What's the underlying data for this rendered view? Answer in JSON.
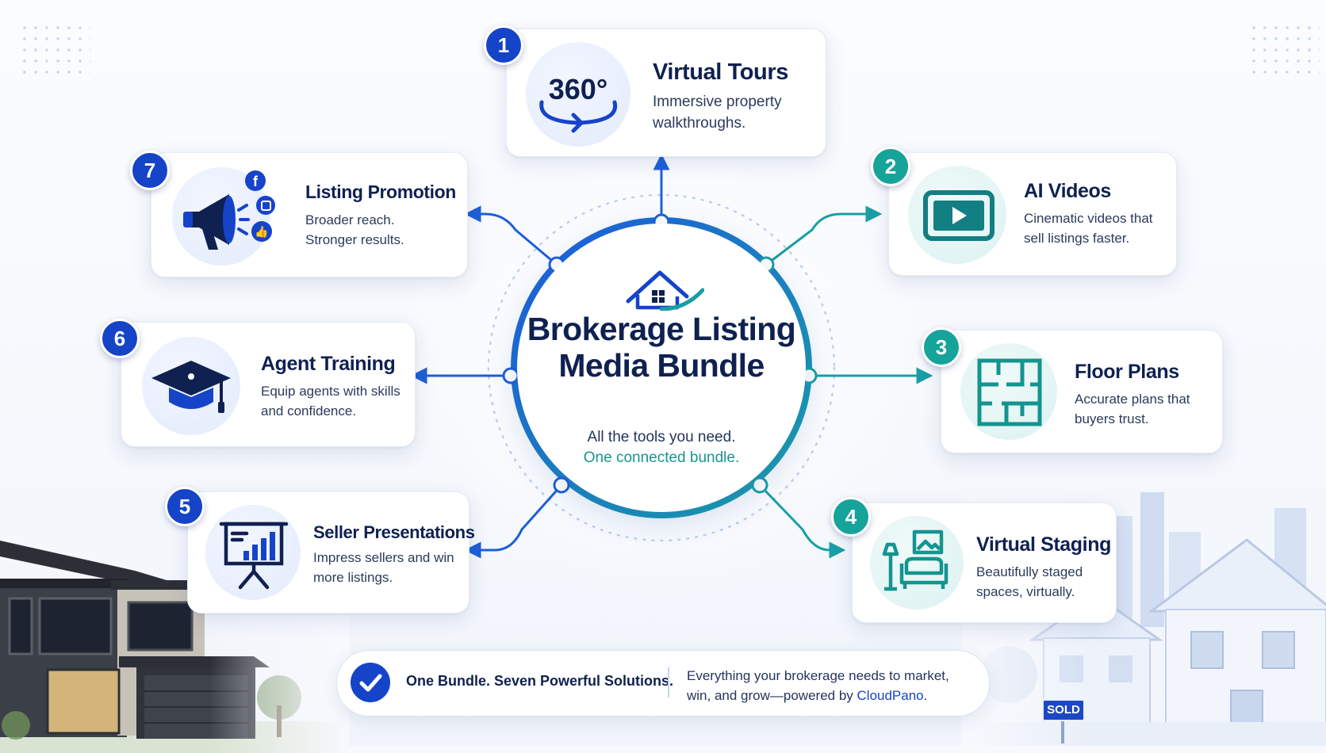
{
  "hub": {
    "title": "Brokerage Listing Media Bundle",
    "subtitle_line1": "All the tools you need.",
    "subtitle_line2": "One connected bundle."
  },
  "services": [
    {
      "number": "1",
      "title": "Virtual Tours",
      "description": "Immersive property\nwalkthroughs.",
      "icon": "360-icon",
      "icon_text": "360°"
    },
    {
      "number": "2",
      "title": "AI Videos",
      "description": "Cinematic videos that\nsell listings faster.",
      "icon": "video-play-icon"
    },
    {
      "number": "3",
      "title": "Floor Plans",
      "description": "Accurate plans that\nbuyers trust.",
      "icon": "floor-plan-icon"
    },
    {
      "number": "4",
      "title": "Virtual Staging",
      "description": "Beautifully staged\nspaces, virtually.",
      "icon": "staged-sofa-icon"
    },
    {
      "number": "5",
      "title": "Seller Presentations",
      "description": "Impress sellers and win\nmore listings.",
      "icon": "presentation-board-icon"
    },
    {
      "number": "6",
      "title": "Agent Training",
      "description": "Equip agents with skills\nand confidence.",
      "icon": "graduation-cap-icon"
    },
    {
      "number": "7",
      "title": "Listing Promotion",
      "description": "Broader reach.\nStronger results.",
      "icon": "megaphone-icon"
    }
  ],
  "footer": {
    "headline": "One Bundle. Seven Powerful Solutions.",
    "text_before_brand": "Everything your brokerage needs to market, win, and grow—powered by ",
    "brand": "CloudPano",
    "text_after_brand": "."
  },
  "scene": {
    "sign_text": "SOLD"
  },
  "colors": {
    "navy": "#0f2150",
    "blue": "#1544c8",
    "teal": "#16a39a",
    "connector_blue": "#1e5fd8",
    "connector_teal": "#1a9ea6"
  }
}
